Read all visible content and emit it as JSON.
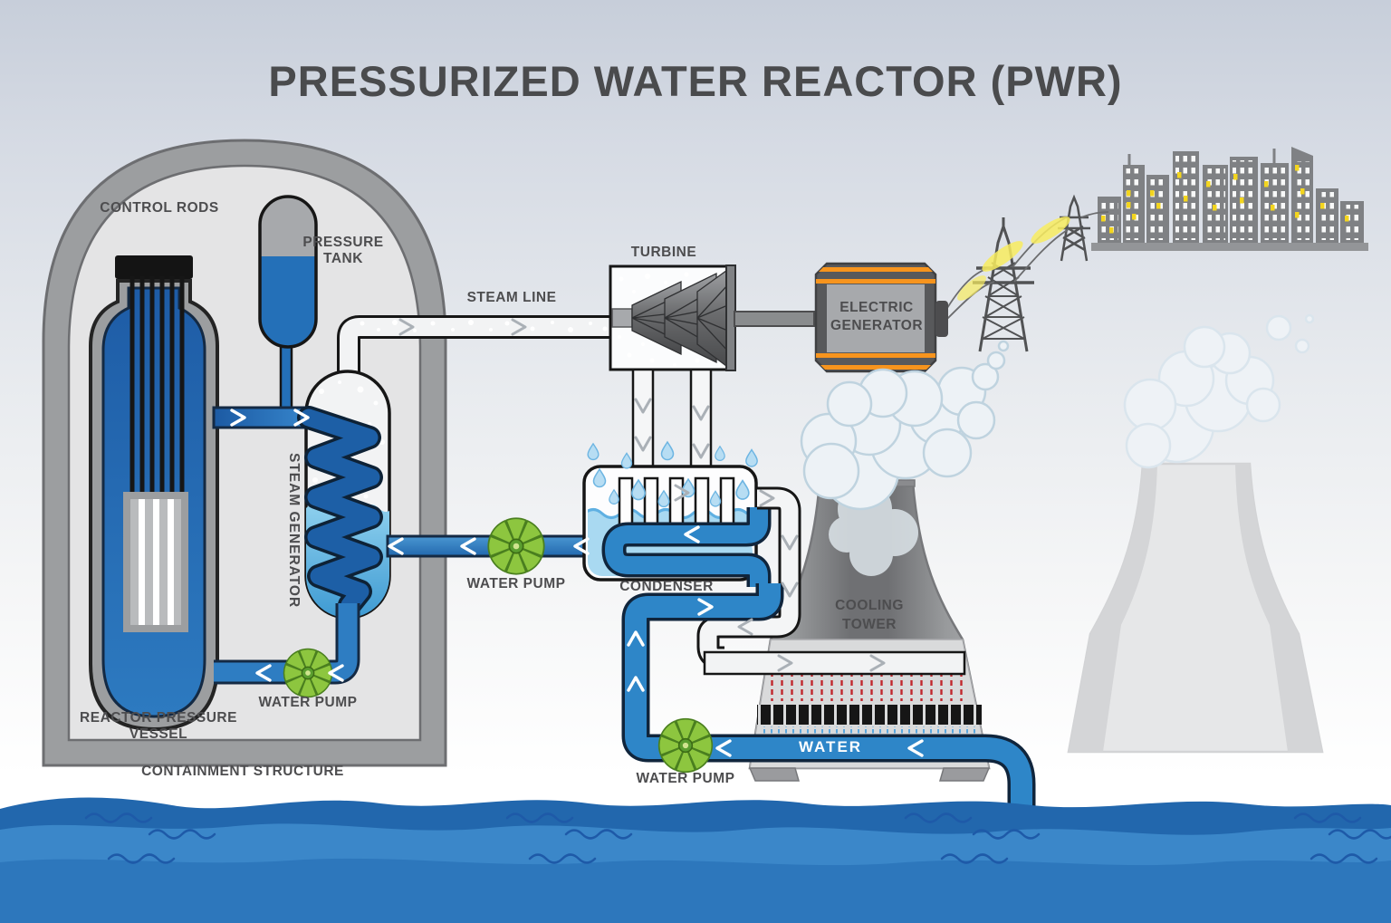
{
  "title": "PRESSURIZED WATER REACTOR (PWR)",
  "diagram": {
    "containment": {
      "label": "CONTAINMENT STRUCTURE"
    },
    "reactor": {
      "control_rods_label": "CONTROL RODS",
      "vessel_label_line1": "REACTOR PRESSURE",
      "vessel_label_line2": "VESSEL"
    },
    "pressurizer": {
      "label_line1": "PRESSURE",
      "label_line2": "TANK"
    },
    "steam_generator": {
      "label": "STEAM GENERATOR"
    },
    "primary_loop": {
      "water_pump_label": "WATER PUMP"
    },
    "steam_line": {
      "label": "STEAM LINE"
    },
    "turbine": {
      "label": "TURBINE"
    },
    "generator": {
      "label_line1": "ELECTRIC",
      "label_line2": "GENERATOR"
    },
    "condenser": {
      "label": "CONDENSER"
    },
    "feedwater": {
      "water_pump_label": "WATER PUMP"
    },
    "cooling": {
      "tower_label_line1": "COOLING",
      "tower_label_line2": "TOWER",
      "water_pump_label": "WATER PUMP",
      "water_pipe_label": "WATER"
    }
  },
  "colors": {
    "primary_blue": "#2e7dc2",
    "dark_blue": "#1d5da6",
    "light_water_blue": "#a9d9f1",
    "sea_blue": "#2d77bc",
    "pump_green": "#8dc63f",
    "generator_orange": "#f7941d",
    "steel_gray": "#58595b",
    "spray_red": "#c1272d",
    "window_yellow": "#f3d51e",
    "label_gray": "#4d4d4f"
  }
}
